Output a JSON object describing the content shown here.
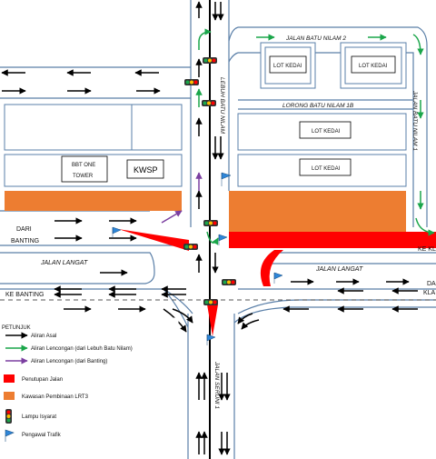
{
  "labels": {
    "jalan_batu_nilam_2": "JALAN BATU NILAM 2",
    "lorong_batu_nilam_1b": "LORONG BATU NILAM 1B",
    "lebuh_batu_nilam": "LEBUH BATU NILAM",
    "jalan_batu_nilam_1": "JALAN BATU NILAM 1",
    "jalan_langat_left": "JALAN LANGAT",
    "jalan_langat_right": "JALAN LANGAT",
    "jalan_seruni_1": "JALAN SERUNI 1",
    "dari_banting_1": "DARI",
    "dari_banting_2": "BANTING",
    "ke_banting": "KE BANTING",
    "ke_klang": "KE KL",
    "dari_klang_1": "DA",
    "dari_klang_2": "KLA",
    "lot_kedai_1": "LOT KEDAI",
    "lot_kedai_2": "LOT KEDAI",
    "lot_kedai_3": "LOT KEDAI",
    "lot_kedai_4": "LOT KEDAI",
    "bbt_one_1": "BBT ONE",
    "bbt_one_2": "TOWER",
    "kwsp": "KWSP"
  },
  "legend": {
    "title": "PETUNJUK",
    "items": [
      {
        "label": "Aliran Asal",
        "symbol": "black-arrow",
        "color": "#000000"
      },
      {
        "label": "Aliran Lencongan (dari Lebuh Batu Nilam)",
        "symbol": "green-arrow",
        "color": "#1aa64a"
      },
      {
        "label": "Aliran Lencongan (dari Banting)",
        "symbol": "purple-arrow",
        "color": "#7b3fa0"
      },
      {
        "label": "Penutupan Jalan",
        "symbol": "red-block",
        "color": "#ff0000"
      },
      {
        "label": "Kawasan Pembinaan LRT3",
        "symbol": "orange-block",
        "color": "#ed7d31"
      },
      {
        "label": "Lampu Isyarat",
        "symbol": "traffic-light-icon",
        "color": "#444444"
      },
      {
        "label": "Pengawal Trafik",
        "symbol": "flag-icon",
        "color": "#2f86d8"
      }
    ]
  },
  "colors": {
    "road_edge": "#5a7fa8",
    "closure": "#ff0000",
    "lrt_area": "#ed7d31",
    "diversion_green": "#1aa64a",
    "diversion_purple": "#7b3fa0",
    "flag": "#2f86d8"
  }
}
